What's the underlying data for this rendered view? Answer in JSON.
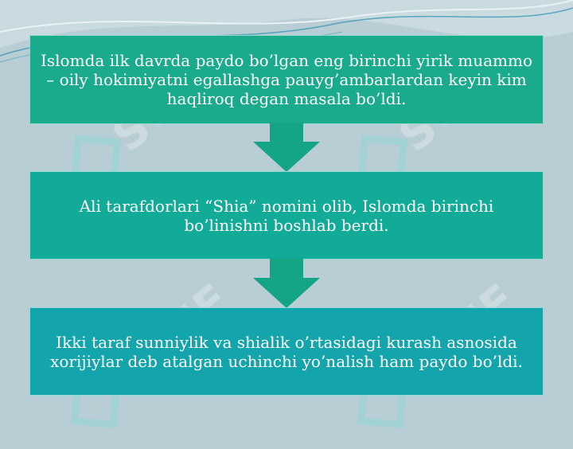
{
  "boxes": [
    {
      "text": "Islomda ilk davrda paydo bo’lgan eng birinchi yirik muammo – oily hokimiyatni egallashga pauyg’ambarlardan keyin kim haqliroq degan masala bo’ldi."
    },
    {
      "text": "Ali tarafdorlari “Shia” nomini olib, Islomda birinchi bo’linishni boshlab berdi."
    },
    {
      "text": "Ikki taraf sunniylik va shialik o’rtasidagi kurash asnosida xorijiylar deb atalgan uchinchi yo’nalish ham paydo bo’ldi."
    }
  ],
  "watermark": {
    "text": "SOFF"
  },
  "colors": {
    "background": "#b9cdd4",
    "box1": "#1aaa8c",
    "box2": "#12ab97",
    "box3": "#13a5ab",
    "arrow": "#14a585"
  }
}
